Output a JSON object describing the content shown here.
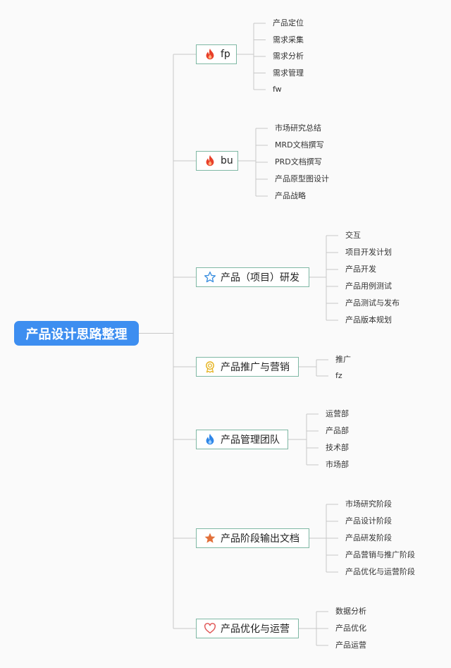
{
  "root": {
    "label": "产品设计思路整理"
  },
  "branches": [
    {
      "icon": "fire-icon",
      "label": "fp",
      "children": [
        "产品定位",
        "需求采集",
        "需求分析",
        "需求管理",
        "fw"
      ]
    },
    {
      "icon": "fire-icon",
      "label": "bu",
      "children": [
        "市场研究总结",
        "MRD文档撰写",
        "PRD文档撰写",
        "产品原型图设计",
        "产品战略"
      ]
    },
    {
      "icon": "star-outline-icon",
      "label": "产品（项目）研发",
      "children": [
        "交互",
        "项目开发计划",
        "产品开发",
        "产品用例测试",
        "产品测试与发布",
        "产品版本规划"
      ]
    },
    {
      "icon": "award-ribbon-icon",
      "label": "产品推广与营销",
      "children": [
        "推广",
        "fz"
      ]
    },
    {
      "icon": "flame-blue-icon",
      "label": "产品管理团队",
      "children": [
        "运营部",
        "产品部",
        "技术部",
        "市场部"
      ]
    },
    {
      "icon": "star-filled-icon",
      "label": "产品阶段输出文档",
      "children": [
        "市场研究阶段",
        "产品设计阶段",
        "产品研发阶段",
        "产品营销与推广阶段",
        "产品优化与运营阶段"
      ]
    },
    {
      "icon": "heart-outline-icon",
      "label": "产品优化与运营",
      "children": [
        "数据分析",
        "产品优化",
        "产品运营"
      ]
    }
  ],
  "colors": {
    "root_bg": "#3d8ef0",
    "branch_border": "#7fb8a4",
    "connector": "#c8c8c8"
  }
}
